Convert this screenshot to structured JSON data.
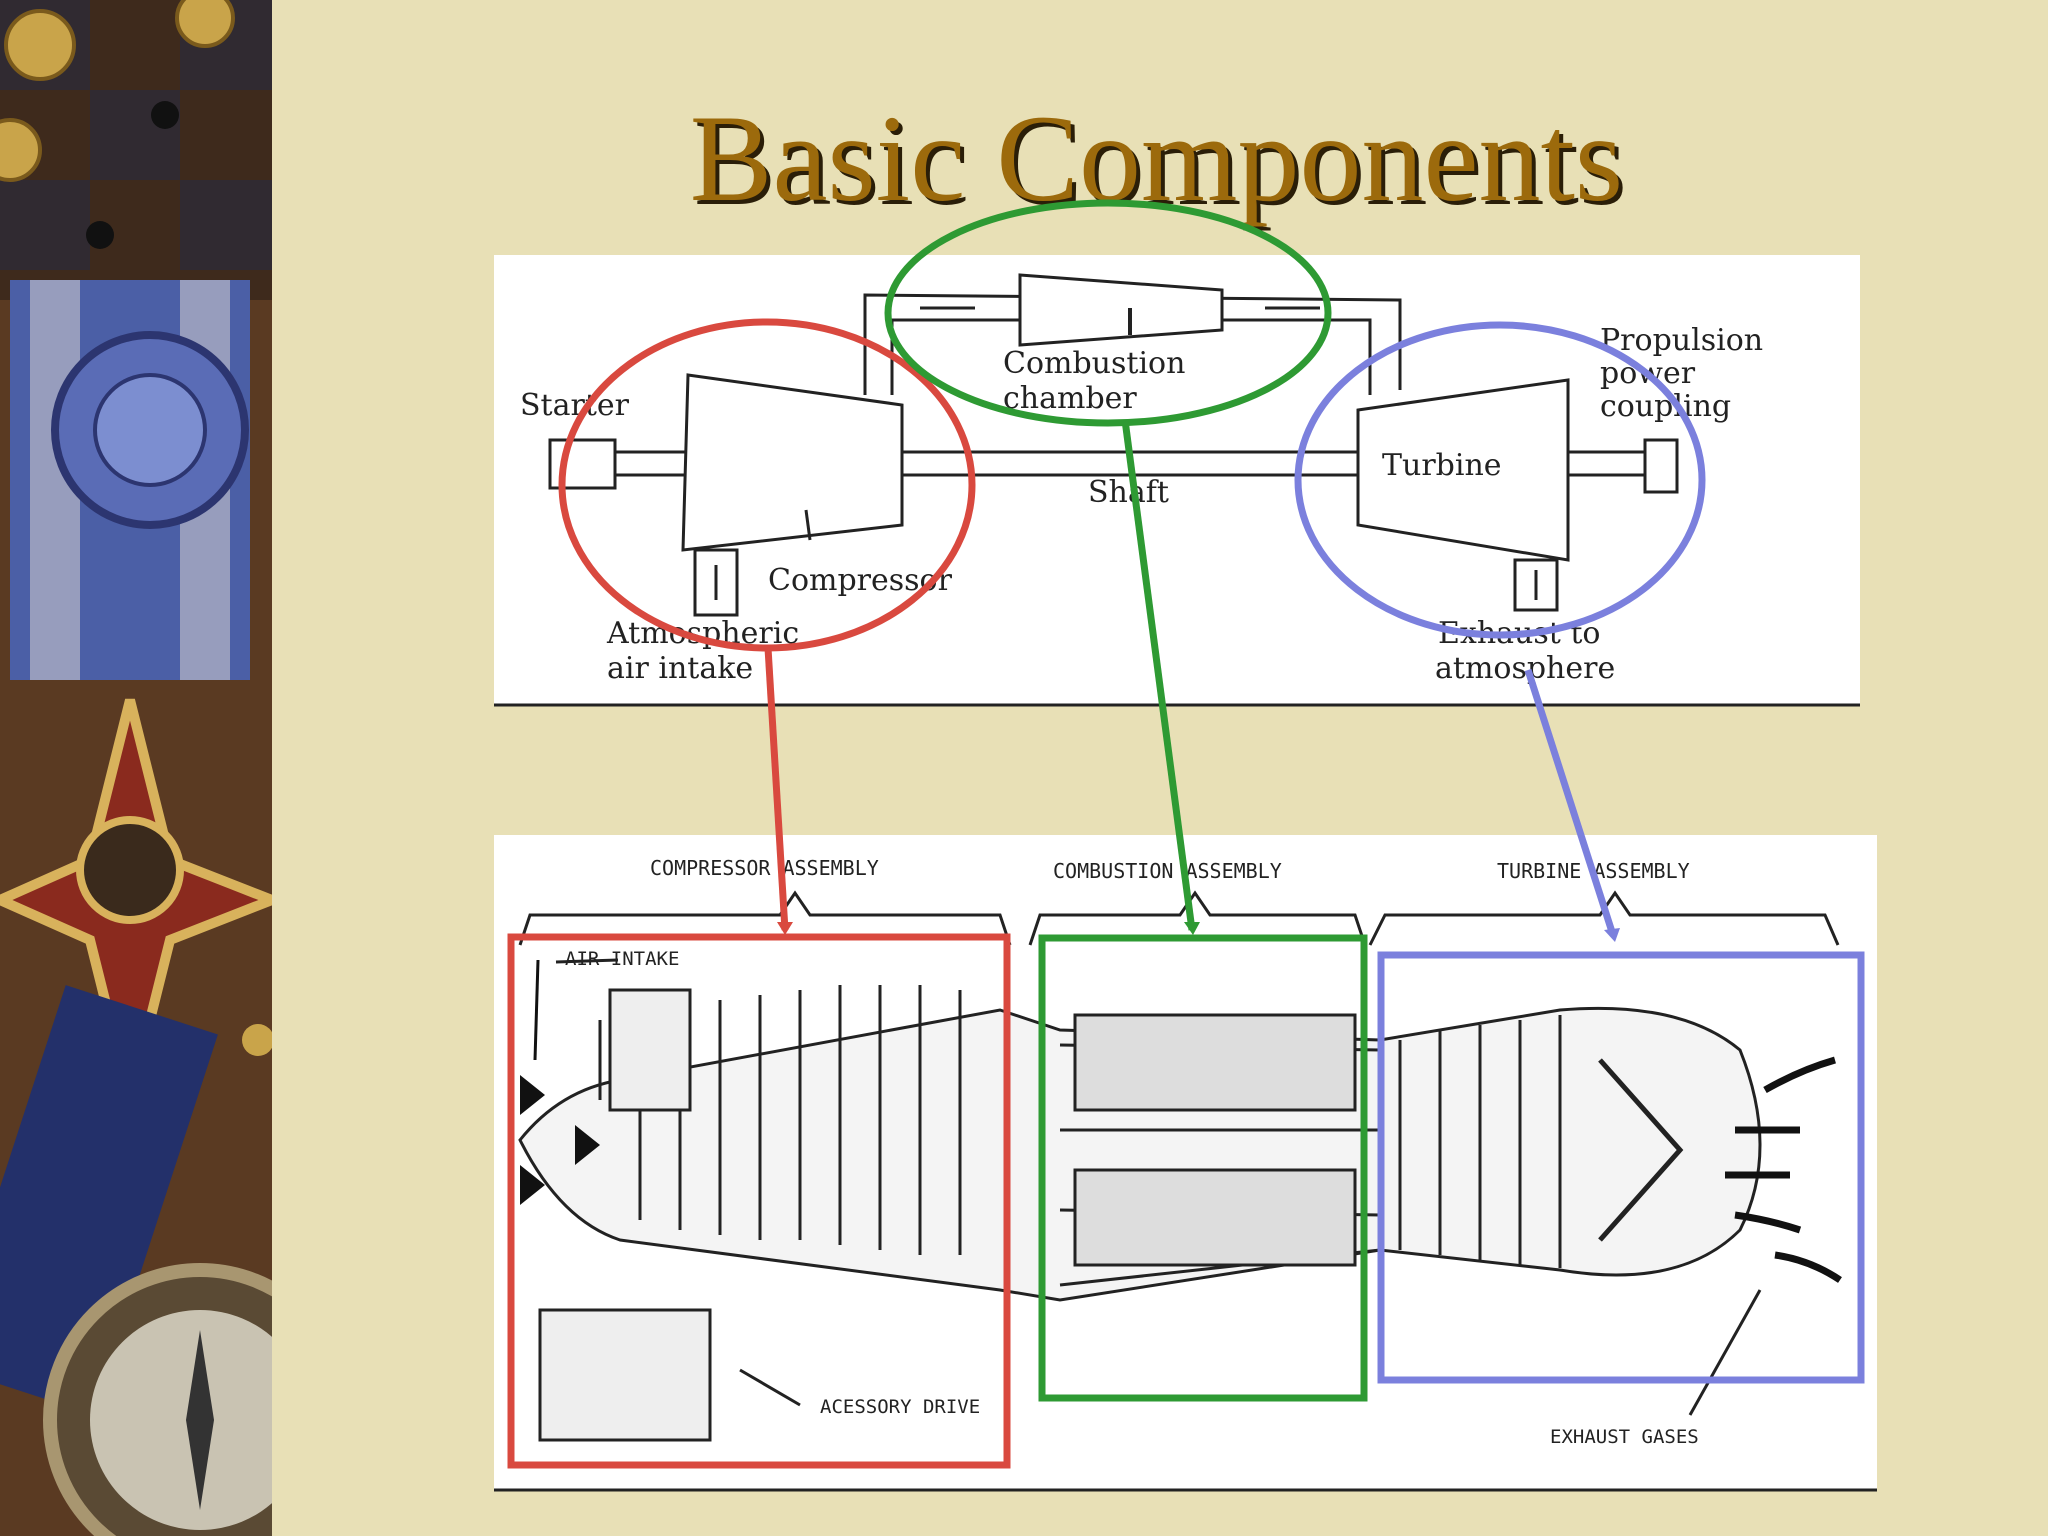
{
  "slide": {
    "title": "Basic Components"
  },
  "schematic": {
    "starter": "Starter",
    "compressor": "Compressor",
    "intake_line1": "Atmospheric",
    "intake_line2": "air intake",
    "combustion_line1": "Combustion",
    "combustion_line2": "chamber",
    "shaft": "Shaft",
    "turbine": "Turbine",
    "propulsion_line1": "Propulsion",
    "propulsion_line2": "power",
    "propulsion_line3": "coupling",
    "exhaust_line1": "Exhaust to",
    "exhaust_line2": "atmosphere"
  },
  "cutaway": {
    "compressor_assembly": "COMPRESSOR ASSEMBLY",
    "combustion_assembly": "COMBUSTION ASSEMBLY",
    "turbine_assembly": "TURBINE ASSEMBLY",
    "air_intake": "AIR INTAKE",
    "accessory_drive": "ACESSORY DRIVE",
    "exhaust_gases": "EXHAUST GASES"
  },
  "highlight_colors": {
    "compressor": "#d9493f",
    "combustion": "#2e9a33",
    "turbine": "#7b80dd"
  }
}
